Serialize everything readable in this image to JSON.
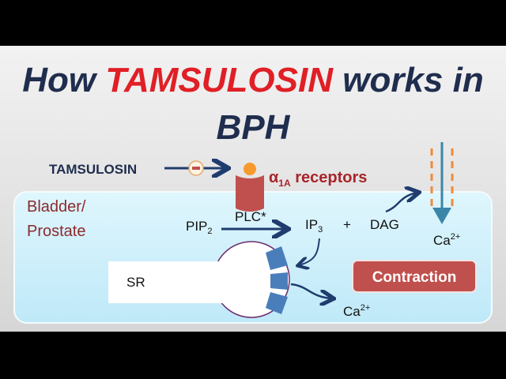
{
  "title": {
    "prefix": "How ",
    "drug": "TAMSULOSIN",
    "suffix": " works in",
    "line2": "BPH"
  },
  "drug_label": "TAMSULOSIN",
  "inhibit_symbol": "−",
  "receptor": {
    "alpha": "α",
    "subscript": "1A",
    "text": " receptors"
  },
  "cell_label": {
    "line1": "Bladder/",
    "line2": "Prostate"
  },
  "plc": "PLC*",
  "pip2": {
    "base": "PIP",
    "sub": "2"
  },
  "ip3": {
    "base": "IP",
    "sub": "3"
  },
  "plus": "+",
  "dag": "DAG",
  "ca_channel": {
    "base": "Ca",
    "sup": "2+"
  },
  "ca_sr": {
    "base": "Ca",
    "sup": "2+"
  },
  "sr": "SR",
  "contraction": "Contraction",
  "colors": {
    "title": "#1f2d4e",
    "accent": "#e01f26",
    "receptor": "#c0504d",
    "arrow": "#1f3c6e",
    "channel": "#3a86a8"
  }
}
